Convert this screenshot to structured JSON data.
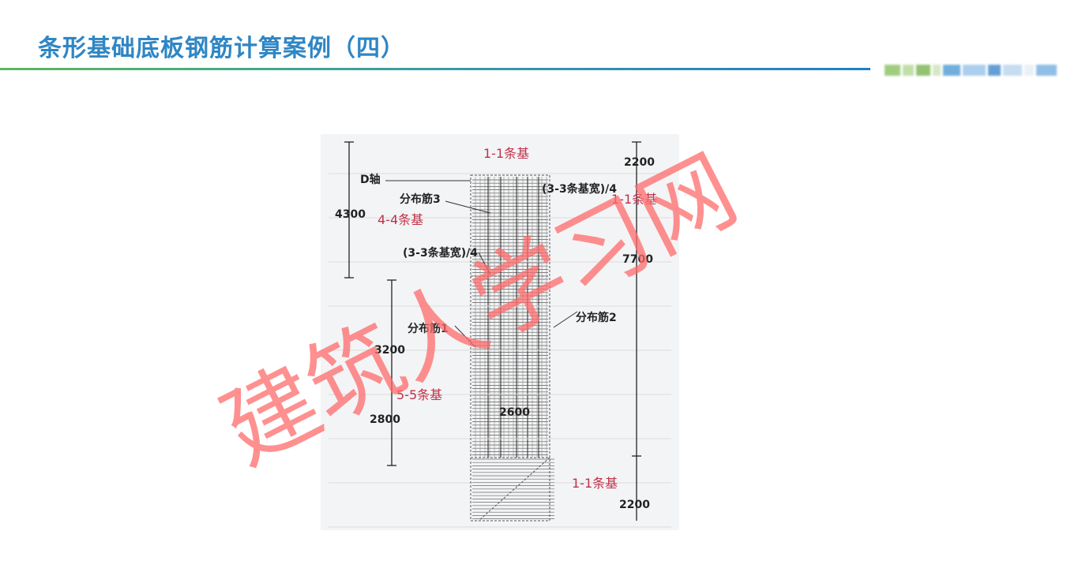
{
  "slide": {
    "title": "条形基础底板钢筋计算案例（四）"
  },
  "diagram": {
    "labels": {
      "d_axis": "D轴",
      "dist_bar_3": "分布筋3",
      "dist_bar_1": "分布筋1",
      "dist_bar_2": "分布筋2",
      "width_quarter_top": "(3-3条基宽)/4",
      "width_quarter_mid": "(3-3条基宽)/4",
      "strip_1_1_top": "1-1条基",
      "strip_1_1_right": "1-1条基",
      "strip_1_1_bottom": "1-1条基",
      "strip_4_4": "4-4条基",
      "strip_5_5": "5-5条基"
    },
    "dimensions": {
      "d4300": "4300",
      "d3200": "3200",
      "d2800": "2800",
      "d2600": "2600",
      "d2200_top": "2200",
      "d7700": "7700",
      "d2200_bottom": "2200"
    }
  },
  "watermark": {
    "text": "建筑人学习网"
  },
  "colors": {
    "title": "#2f86c4",
    "label_red": "#c0314a",
    "watermark": "#ff6b6b"
  }
}
